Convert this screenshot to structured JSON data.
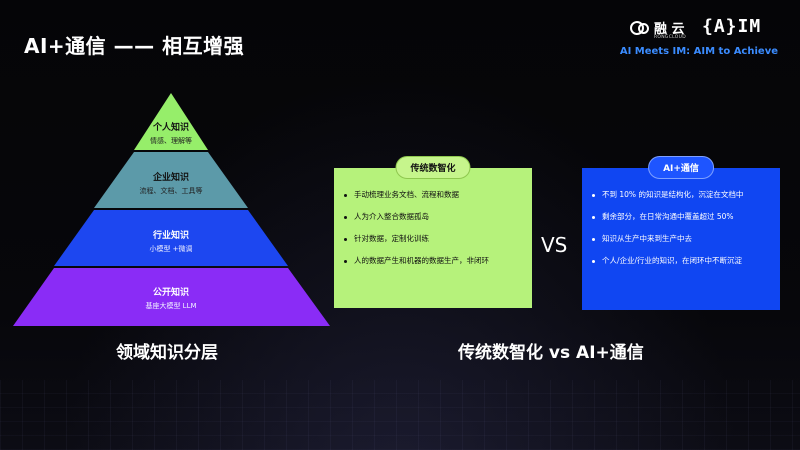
{
  "slide": {
    "title": "AI+通信 —— 相互增强"
  },
  "logo": {
    "brand": "融 云",
    "brand_sub": "RONGCLOUD",
    "aim_mark": "{A}IM",
    "tagline": "AI Meets IM: AIM to Achieve"
  },
  "pyramid": {
    "caption": "领域知识分层",
    "levels": [
      {
        "title": "个人知识",
        "subtitle": "情感、理解等",
        "color": "#96ee6a"
      },
      {
        "title": "企业知识",
        "subtitle": "流程、文档、工具等",
        "color": "#5c9aa9"
      },
      {
        "title": "行业知识",
        "subtitle": "小模型 +微调",
        "color": "#1d47f0"
      },
      {
        "title": "公开知识",
        "subtitle": "基座大模型 LLM",
        "color": "#8a2cf6"
      }
    ]
  },
  "comparison": {
    "left": {
      "label": "传统数智化",
      "items": [
        "手动梳理业务文档、流程和数据",
        "人为介入整合数据孤岛",
        "针对数据，定制化训练",
        "人的数据产生和机器的数据生产，非闭环"
      ]
    },
    "vs_label": "VS",
    "right": {
      "label": "AI+通信",
      "items": [
        "不到 10% 的知识是结构化，沉淀在文档中",
        "剩余部分，在日常沟通中覆盖超过 50%",
        "知识从生产中来到生产中去",
        "个人/企业/行业的知识，在闭环中不断沉淀"
      ]
    },
    "caption": "传统数智化 vs AI+通信"
  }
}
